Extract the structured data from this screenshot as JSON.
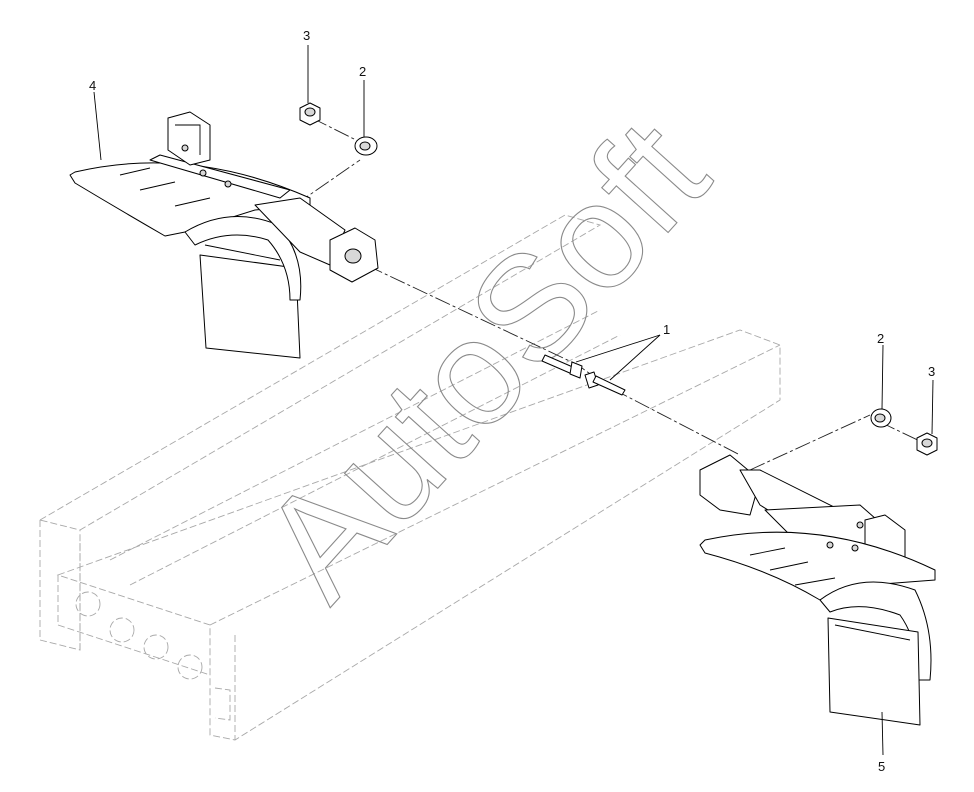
{
  "watermark": "AutoSoft",
  "callouts": {
    "left_nut": "3",
    "left_washer": "2",
    "left_fender": "4",
    "bolts": "1",
    "right_washer": "2",
    "right_nut": "3",
    "right_fender": "5"
  }
}
